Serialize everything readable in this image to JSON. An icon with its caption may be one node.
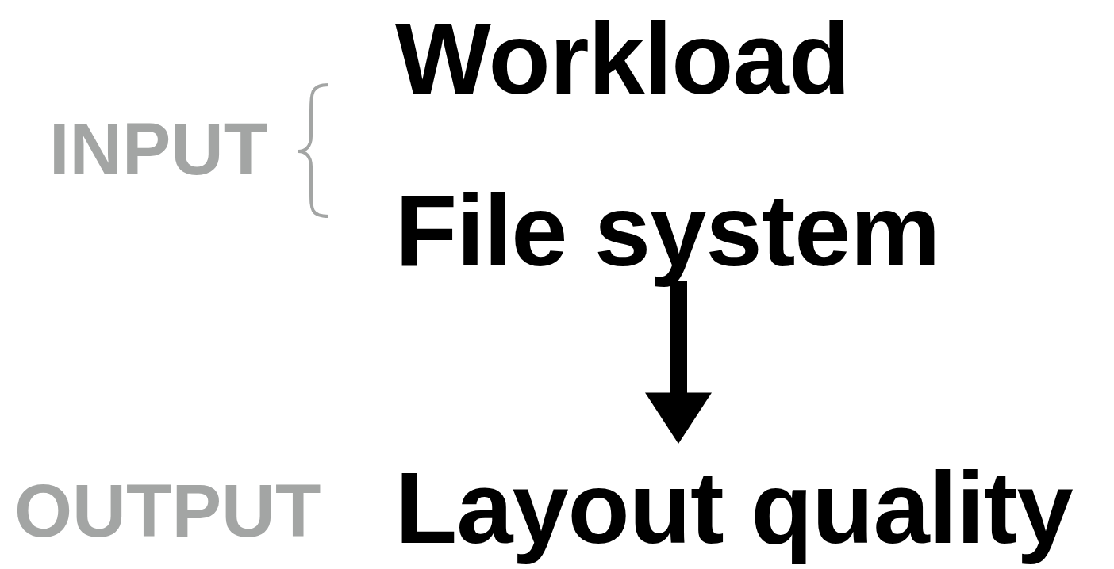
{
  "diagram": {
    "nodes": [
      {
        "text": [
          "Workload"
        ]
      },
      {
        "text": [
          "File system"
        ]
      },
      {
        "text": [
          "Layout quality"
        ]
      }
    ],
    "edges": [
      {
        "from": 1,
        "to": 2,
        "arrow": "to"
      }
    ],
    "labels": [
      "INPUT",
      "OUTPUT"
    ]
  }
}
